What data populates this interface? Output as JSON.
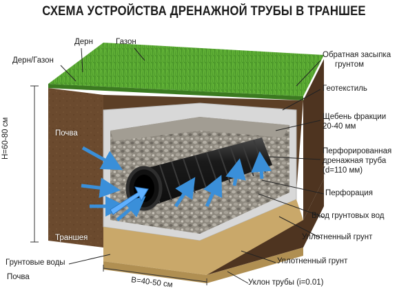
{
  "title": "СХЕМА УСТРОЙСТВА ДРЕНАЖНОЙ ТРУБЫ В ТРАНШЕЕ",
  "labels": {
    "dern": "Дерн",
    "gazon": "Газон",
    "dern_gazon": "Дерн/Газон",
    "backfill_1": "Обратная засыпка",
    "backfill_2": "грунтом",
    "geotextile": "Геотекстиль",
    "gravel_1": "Щебень фракции",
    "gravel_2": "20-40 мм",
    "pipe_1": "Перфорированная",
    "pipe_2": "дренажная труба",
    "pipe_3": "(d=110 мм)",
    "perforation": "Перфорация",
    "water_inlet": "Вход грунтовых вод",
    "compacted_1": "Уплотненный грунт",
    "compacted_2": "Уплотненный грунт",
    "slope": "Уклон трубы (i=0.01)",
    "groundwater": "Грунтовые воды",
    "soil_bottom": "Почва",
    "soil_inner": "Почва",
    "trench": "Траншея",
    "height": "Н=60-80 см",
    "width": "В=40-50 см"
  },
  "colors": {
    "grass": "#4e9a2c",
    "soil": "#6b4a2e",
    "soil_dark": "#4e3420",
    "geotextile": "#d8d8d8",
    "gravel": "#8f8a80",
    "pipe": "#1c1c1c",
    "sand": "#c9a86a",
    "water": "#3a8fd9"
  }
}
